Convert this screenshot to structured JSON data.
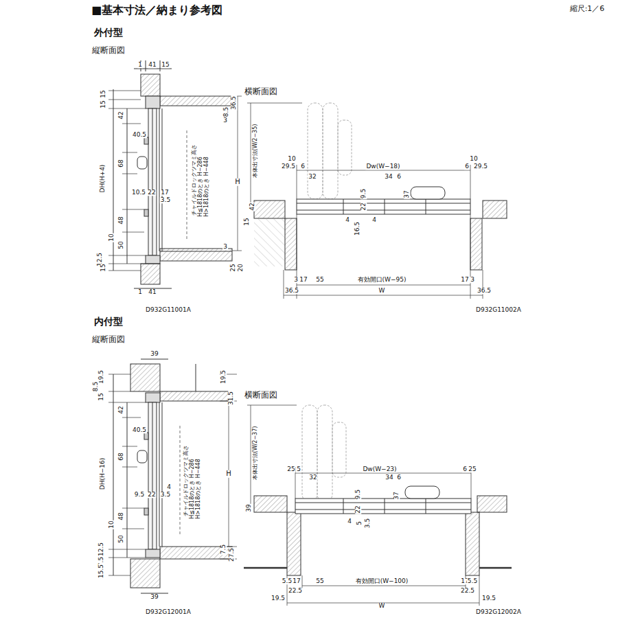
{
  "diagram": {
    "title": "■基本寸法／納まり参考図",
    "labels": [
      "縮尺:1／6",
      "外付型",
      "縦断面図",
      "1",
      "41",
      "15",
      "15",
      "15",
      "42",
      "40.5",
      "68",
      "10.5",
      "22",
      "17",
      "3.5",
      "48",
      "10",
      "50",
      "12.5",
      "15",
      "DH(H+4)",
      "1",
      "41",
      "36.5",
      "8.5",
      "H",
      "3",
      "25",
      "20",
      "3",
      "チャイルドロックツマミ高さ",
      "H≦1818のとき H−286",
      "H>1818のとき H−448",
      "D932G11001A",
      "横断面図",
      "本体出寸法(W/2−35)",
      "10",
      "29.5",
      "6",
      "Dw(W−18)",
      "6",
      "10",
      "29.5",
      "32",
      "34",
      "6",
      "9.5",
      "37",
      "22",
      "42",
      "15",
      "4",
      "4",
      "16.5",
      "3",
      "17",
      "55",
      "有効開口(W−95)",
      "17",
      "3",
      "36.5",
      "W",
      "36.5",
      "D932G11002A",
      "内付型",
      "縦断面図",
      "39",
      "19.5",
      "8.5",
      "15",
      "42",
      "40.5",
      "68",
      "4",
      "9.5",
      "22",
      "3.5",
      "48",
      "10",
      "50",
      "12.5",
      "7.5",
      "15.5",
      "DH(H−16)",
      "39",
      "19.5",
      "31.5",
      "H",
      "7.5",
      "27.5",
      "チャイルドロックツマミ高さ",
      "H≦1818のとき H−286",
      "H>1818のとき H−448",
      "D932G12001A",
      "横断面図",
      "本体出寸法(W/2−37)",
      "25",
      "5",
      "Dw(W−23)",
      "6",
      "25",
      "32",
      "34",
      "6",
      "9.5",
      "37",
      "39",
      "22",
      "4",
      "5",
      "3.5",
      "5.5",
      "17",
      "55",
      "有効開口(W−100)",
      "17",
      "5.5",
      "22.5",
      "22.5",
      "19.5",
      "W",
      "19.5",
      "D932G12002A"
    ]
  }
}
